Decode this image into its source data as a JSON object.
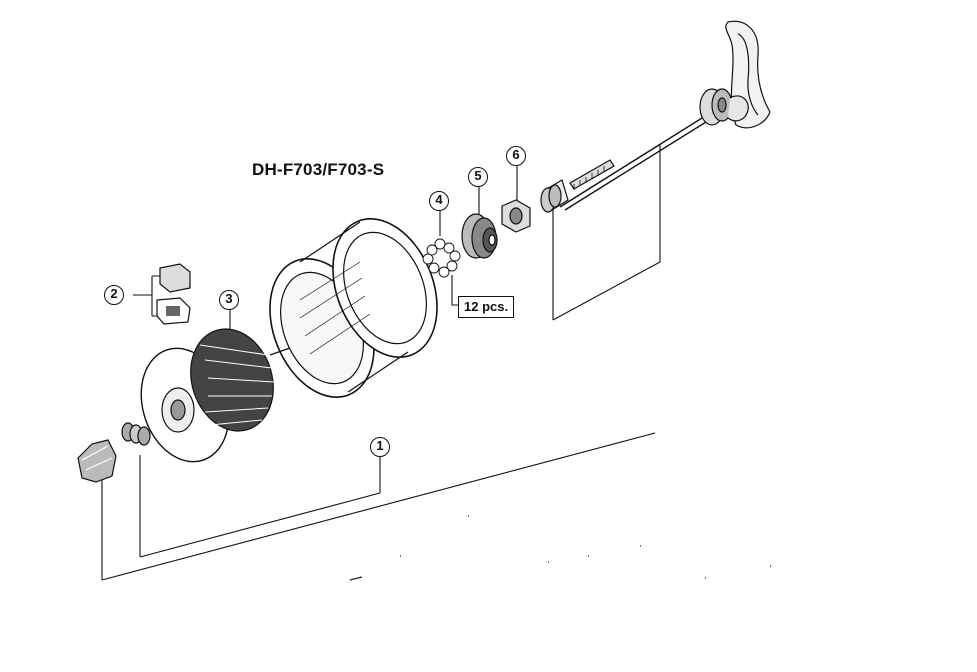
{
  "diagram": {
    "title": "DH-F703/F703-S",
    "quantity_note": "12 pcs.",
    "callouts": [
      "1",
      "2",
      "3",
      "4",
      "5",
      "6"
    ]
  }
}
